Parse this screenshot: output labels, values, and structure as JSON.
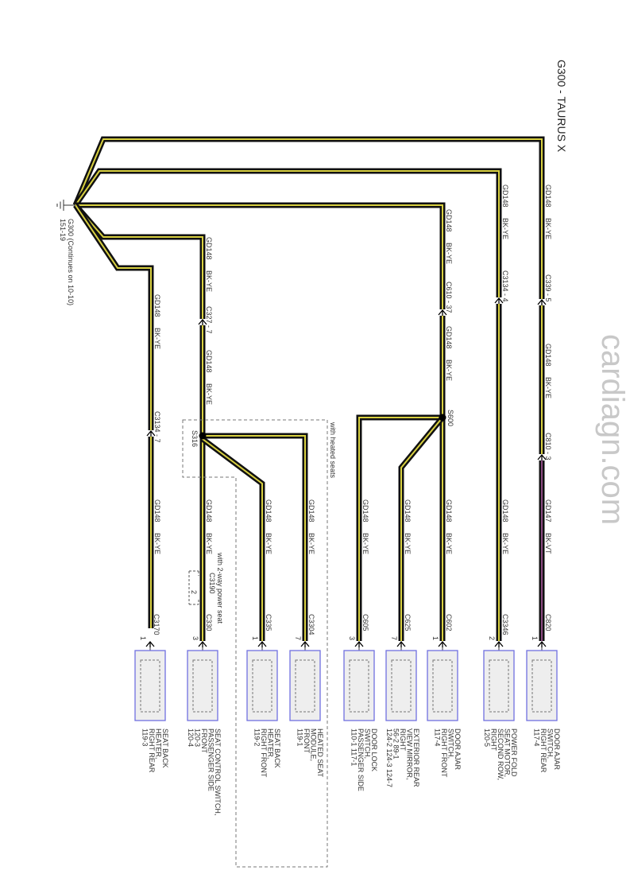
{
  "title": "G300 - TAURUS X",
  "watermark": "cardiagn.com",
  "ground": {
    "label": "G300  (Continues on 10-10)",
    "ref": "151-19"
  },
  "notes": {
    "heated_seats": "with heated seats",
    "power_seat": "with 2-way power seat",
    "optional_connector": "C3190",
    "optional_pin": "2"
  },
  "splices": {
    "s600": "S600",
    "s316": "S316"
  },
  "wire_labels": [
    {
      "circuit": "GD148",
      "color": "BK-YE"
    },
    {
      "circuit": "GD148",
      "color": "BK-YE"
    },
    {
      "circuit": "GD147",
      "color": "BK-VT"
    },
    {
      "circuit": "GD148",
      "color": "BK-YE"
    },
    {
      "circuit": "GD148",
      "color": "BK-YE"
    },
    {
      "circuit": "GD148",
      "color": "BK-YE"
    },
    {
      "circuit": "GD148",
      "color": "BK-YE"
    },
    {
      "circuit": "GD148",
      "color": "BK-YE"
    },
    {
      "circuit": "GD148",
      "color": "BK-YE"
    },
    {
      "circuit": "GD148",
      "color": "BK-YE"
    },
    {
      "circuit": "GD148",
      "color": "BK-YE"
    },
    {
      "circuit": "GD148",
      "color": "BK-YE"
    },
    {
      "circuit": "GD148",
      "color": "BK-YE"
    },
    {
      "circuit": "GD148",
      "color": "BK-YE"
    },
    {
      "circuit": "GD148",
      "color": "BK-YE"
    },
    {
      "circuit": "GD148",
      "color": "BK-YE"
    },
    {
      "circuit": "GD148",
      "color": "BK-YE"
    }
  ],
  "inline_connectors": [
    "C339 - 5",
    "C810 - 3",
    "C3134 - 4",
    "C610 - 37",
    "C327 - 7",
    "C3134 - 7"
  ],
  "components": [
    {
      "connector": "C3170",
      "pin": "1",
      "lines": [
        "SEAT BACK",
        "HEATER,",
        "RIGHT REAR",
        "119-3"
      ]
    },
    {
      "connector": "C330",
      "pin": "3",
      "lines": [
        "SEAT CONTROL SWITCH,",
        "PASSENGER SIDE",
        "FRONT",
        "120-3",
        "120-4"
      ]
    },
    {
      "connector": "C335",
      "pin": "1",
      "lines": [
        "SEAT BACK",
        "HEATER,",
        "RIGHT FRONT",
        "119-2"
      ]
    },
    {
      "connector": "C3304",
      "pin": "7",
      "lines": [
        "HEATED SEAT",
        "MODULE,",
        "FRONT",
        "119-1"
      ]
    },
    {
      "connector": "C605",
      "pin": "3",
      "lines": [
        "DOOR LOCK",
        "SWITCH,",
        "PASSENGER SIDE",
        "110-1    117-1"
      ]
    },
    {
      "connector": "C625",
      "pin": "7",
      "lines": [
        "EXTERIOR REAR",
        "VIEW MIRROR,",
        "RIGHT",
        "56-2        89-1",
        "124-2      124-3      124-7"
      ]
    },
    {
      "connector": "C602",
      "pin": "1",
      "lines": [
        "DOOR AJAR",
        "SWITCH,",
        "RIGHT FRONT",
        "117-4"
      ]
    },
    {
      "connector": "C3346",
      "pin": "2",
      "lines": [
        "POWER FOLD",
        "SEAT MOTOR,",
        "SECOND ROW,",
        "RIGHT",
        "120-5"
      ]
    },
    {
      "connector": "C820",
      "pin": "1",
      "lines": [
        "DOOR AJAR",
        "SWITCH,",
        "RIGHT REAR",
        "117-4"
      ]
    }
  ],
  "colors": {
    "wire_outer": "#111111",
    "wire_yellow": "#d8d040",
    "wire_violet": "#8a4a80",
    "box_border": "#7070e0",
    "box_fill": "#eeeeee"
  }
}
